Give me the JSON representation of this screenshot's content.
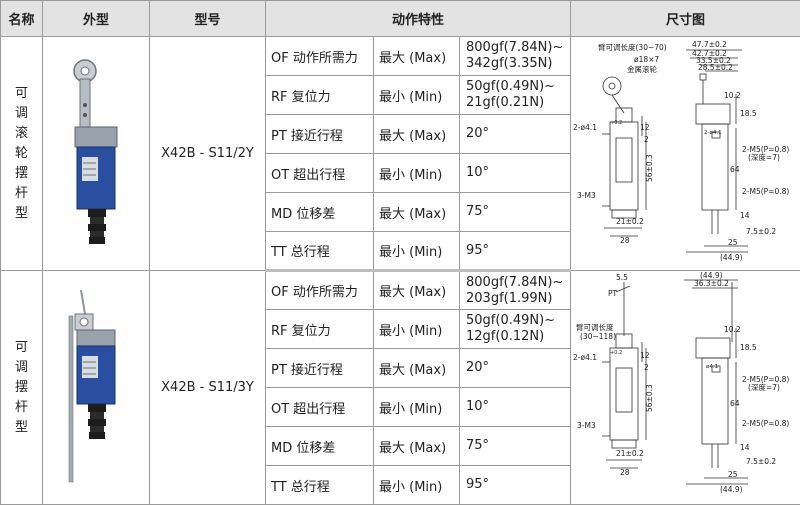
{
  "header": {
    "name": "名称",
    "appearance": "外型",
    "model": "型号",
    "characteristics": "动作特性",
    "dimensions": "尺寸图"
  },
  "products": [
    {
      "category_chars": [
        "可",
        "调",
        "滚",
        "轮",
        "摆",
        "杆",
        "型"
      ],
      "model": "X42B - S11/2Y",
      "rows": [
        {
          "prop": "OF 动作所需力",
          "limit": "最大 (Max)",
          "value": [
            "800gf(7.84N)~",
            "342gf(3.35N)"
          ]
        },
        {
          "prop": "RF 复位力",
          "limit": "最小 (Min)",
          "value": [
            "50gf(0.49N)~",
            "21gf(0.21N)"
          ]
        },
        {
          "prop": "PT 接近行程",
          "limit": "最大 (Max)",
          "value": [
            "20°"
          ]
        },
        {
          "prop": "OT 超出行程",
          "limit": "最小 (Min)",
          "value": [
            "10°"
          ]
        },
        {
          "prop": "MD 位移差",
          "limit": "最大 (Max)",
          "value": [
            "75°"
          ]
        },
        {
          "prop": "TT 总行程",
          "limit": "最小 (Min)",
          "value": [
            "95°"
          ]
        }
      ],
      "drawing": {
        "arm_note": "臂可调长度(30~70)",
        "wheel_note": "ø18×7",
        "wheel_label": "金属滚轮",
        "hole": "2-ø4.1",
        "hole_tol": "+0.2",
        "screw": "3-M3",
        "d_56": "56±0.3",
        "d_21": "21±0.2",
        "d_28": "28",
        "d_12": "12",
        "d_2": "2",
        "d_477": "47.7±0.2",
        "d_427": "42.7±0.2",
        "d_335": "33.5±0.2",
        "d_285": "28.5±0.2",
        "d_102": "10.2",
        "d_185": "18.5",
        "d_m5a": "2-M5(P=0.8)",
        "d_depth": "(深度=7)",
        "d_64": "64",
        "d_m5b": "2-M5(P=0.8)",
        "d_14": "14",
        "d_75": "7.5±0.2",
        "d_25": "25",
        "d_449": "(44.9)",
        "d_2ø": "2-ø4.1"
      }
    },
    {
      "category_chars": [
        "可",
        "调",
        "摆",
        "杆",
        "型"
      ],
      "model": "X42B - S11/3Y",
      "rows": [
        {
          "prop": "OF 动作所需力",
          "limit": "最大 (Max)",
          "value": [
            "800gf(7.84N)~",
            "203gf(1.99N)"
          ]
        },
        {
          "prop": "RF 复位力",
          "limit": "最小 (Min)",
          "value": [
            "50gf(0.49N)~",
            "12gf(0.12N)"
          ]
        },
        {
          "prop": "PT 接近行程",
          "limit": "最大 (Max)",
          "value": [
            "20°"
          ]
        },
        {
          "prop": "OT 超出行程",
          "limit": "最小 (Min)",
          "value": [
            "10°"
          ]
        },
        {
          "prop": "MD 位移差",
          "limit": "最大 (Max)",
          "value": [
            "75°"
          ]
        },
        {
          "prop": "TT 总行程",
          "limit": "最小 (Min)",
          "value": [
            "95°"
          ]
        }
      ],
      "drawing": {
        "d_55": "5.5",
        "pt": "PT",
        "arm_note": "臂可调长度",
        "arm_range": "(30~118)",
        "hole": "2-ø4.1",
        "hole_tol": "+0.2",
        "screw": "3-M3",
        "d_56": "56±0.3",
        "d_21": "21±0.2",
        "d_28": "28",
        "d_12": "12",
        "d_2": "2",
        "d_449t": "(44.9)",
        "d_363": "36.3±0.2",
        "d_102": "10.2",
        "d_185": "18.5",
        "d_m5a": "2-M5(P=0.8)",
        "d_depth": "(深度=7)",
        "d_64": "64",
        "d_m5b": "2-M5(P=0.8)",
        "d_14": "14",
        "d_75": "7.5±0.2",
        "d_25": "25",
        "d_449": "(44.9)",
        "d_ø4": "ø4.1"
      }
    }
  ],
  "colors": {
    "header_bg": "#e3e3e3",
    "switch_body": "#2a4fa0",
    "switch_head": "#9aa3ad",
    "boot": "#1c1c1c",
    "grid": "#9a9a9a"
  }
}
